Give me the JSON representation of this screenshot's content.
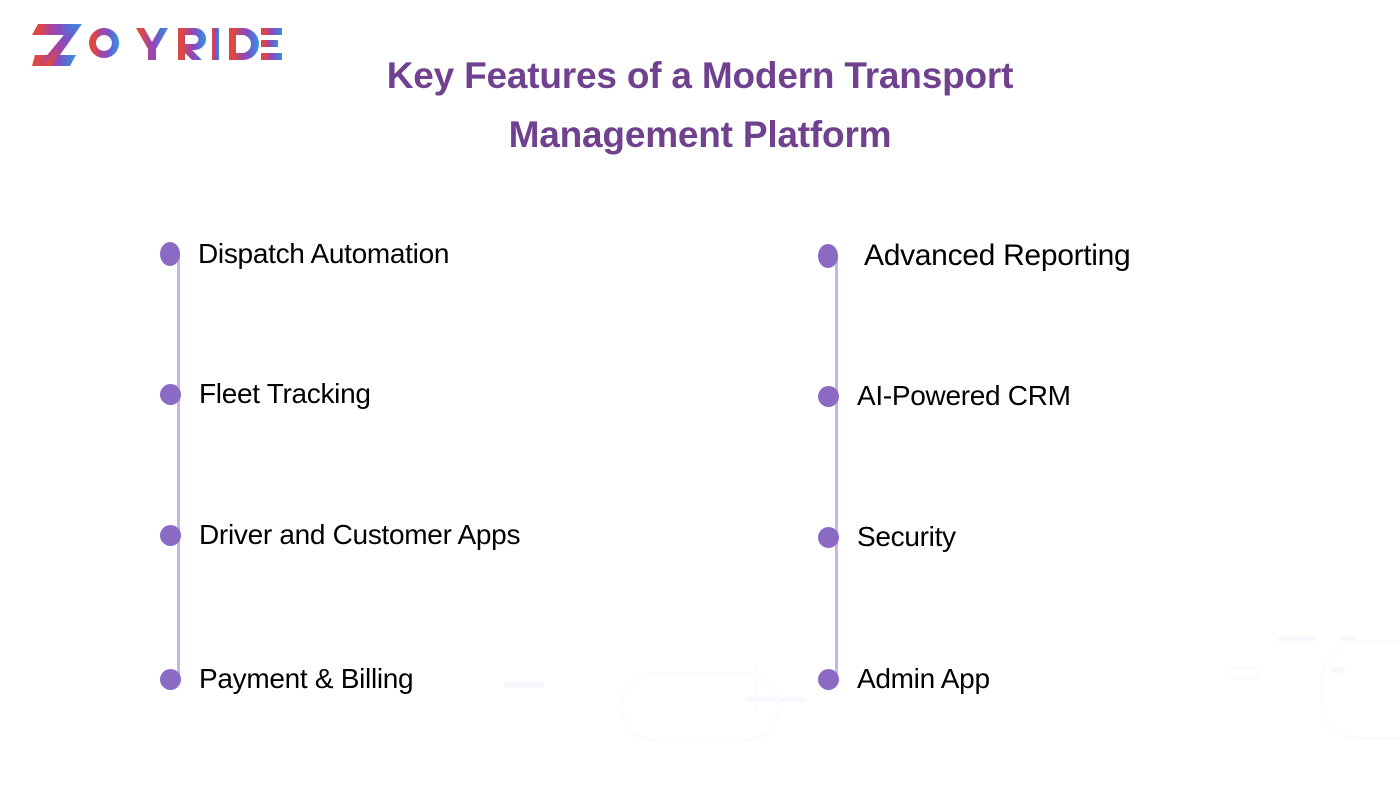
{
  "brand": {
    "name": "ZOYRIDE",
    "letters": [
      "Z",
      "O",
      "Y",
      "R",
      "I",
      "D",
      "E"
    ],
    "gradient_start": "#e04a42",
    "gradient_mid": "#8b4bbd",
    "gradient_end": "#3d8fe0"
  },
  "title": {
    "line1": "Key Features of a Modern Transport",
    "line2": "Management Platform",
    "color": "#70418f"
  },
  "colors": {
    "background": "#ffffff",
    "dot": "#8b6ac4",
    "axis_line": "#c6b5dd",
    "label_text": "#000000",
    "watermark": "#f7f8fd"
  },
  "columns": [
    {
      "id": "left",
      "items": [
        {
          "label": "Dispatch Automation",
          "marker": "dot"
        },
        {
          "label": "Fleet Tracking",
          "marker": "dot"
        },
        {
          "label": "Driver and Customer Apps",
          "marker": "dot"
        },
        {
          "label": "Payment & Billing",
          "marker": "dot"
        }
      ]
    },
    {
      "id": "right",
      "items": [
        {
          "label": "Advanced Reporting",
          "marker": "dot"
        },
        {
          "label": "AI-Powered CRM",
          "marker": "dot"
        },
        {
          "label": "Security",
          "marker": "dot"
        },
        {
          "label": "Admin App",
          "marker": "dot"
        }
      ]
    }
  ]
}
